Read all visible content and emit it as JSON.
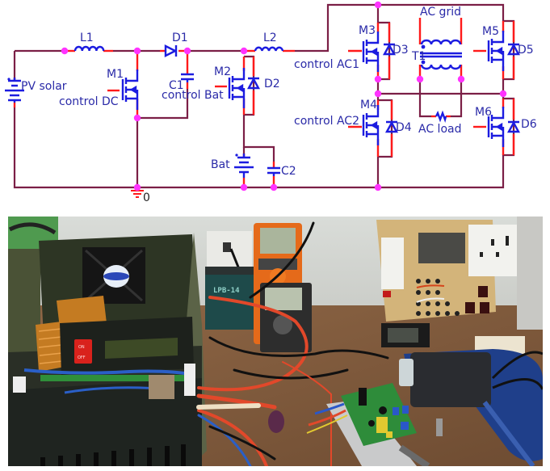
{
  "figure": {
    "panels": [
      "circuit-schematic",
      "hardware-prototype-photo"
    ]
  },
  "schematic": {
    "colors": {
      "wire": "#7b1f46",
      "component": "#1c1ce0",
      "pin": "#ff1a1a",
      "junction": "#ff33ff",
      "label": "#2a2aa8",
      "ground_label": "#222222"
    },
    "labels": {
      "pv_source": "PV solar",
      "L1": "L1",
      "D1": "D1",
      "L2": "L2",
      "M1": "M1",
      "M1_gate": "control DC",
      "C1": "C1",
      "M2": "M2",
      "M2_gate": "control Bat",
      "D2": "D2",
      "battery": "Bat",
      "C2": "C2",
      "ground": "0",
      "M3": "M3",
      "D3": "D3",
      "M3_gate": "control AC1",
      "M4": "M4",
      "D4": "D4",
      "M4_gate": "control AC2",
      "T1": "T1",
      "ac_grid": "AC grid",
      "ac_load": "AC load",
      "M5": "M5",
      "D5": "D5",
      "M6": "M6",
      "D6": "D6"
    }
  },
  "photo": {
    "description": "Laboratory prototype: enclosure with fan, heatsinks, ON/OFF switch and LCD; battery labeled LPB-14; two multimeters; control PCB; AC outlet panel; heat gun",
    "visible_text": {
      "switch_on": "ON",
      "switch_off": "OFF",
      "battery_label": "LPB-14"
    }
  }
}
